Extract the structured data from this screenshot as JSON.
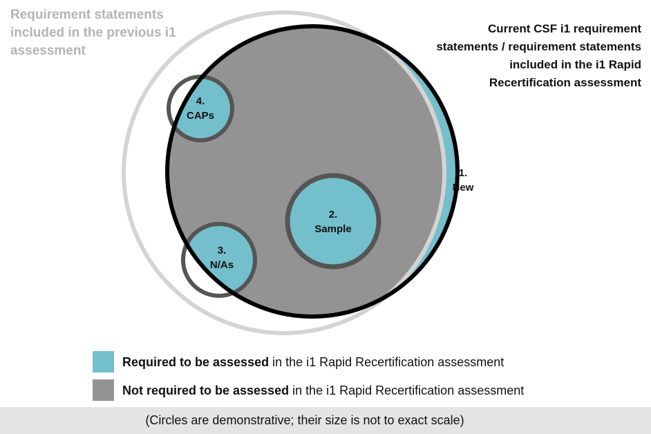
{
  "colors": {
    "required": "#74bfcc",
    "not_required": "#939393",
    "previous_outline": "#d4d4d4",
    "current_outline": "#000000",
    "small_circle_outline": "#555555"
  },
  "labels": {
    "previous_assessment": "Requirement statements included in the previous i1 assessment",
    "current_assessment": "Current CSF i1 requirement statements / requirement statements included in the i1 Rapid Recertification assessment"
  },
  "regions": {
    "new": {
      "number": "1.",
      "label": "New"
    },
    "sample": {
      "number": "2.",
      "label": "Sample"
    },
    "na": {
      "number": "3.",
      "label": "N/As"
    },
    "caps": {
      "number": "4.",
      "label": "CAPs"
    }
  },
  "legend": [
    {
      "bold": "Required to be assessed",
      "rest": " in the i1 Rapid Recertification assessment",
      "category": "required"
    },
    {
      "bold": "Not required to be assessed",
      "rest": " in the i1 Rapid Recertification assessment",
      "category": "not_required"
    }
  ],
  "footnote": "(Circles are demonstrative; their size is not to exact scale)"
}
